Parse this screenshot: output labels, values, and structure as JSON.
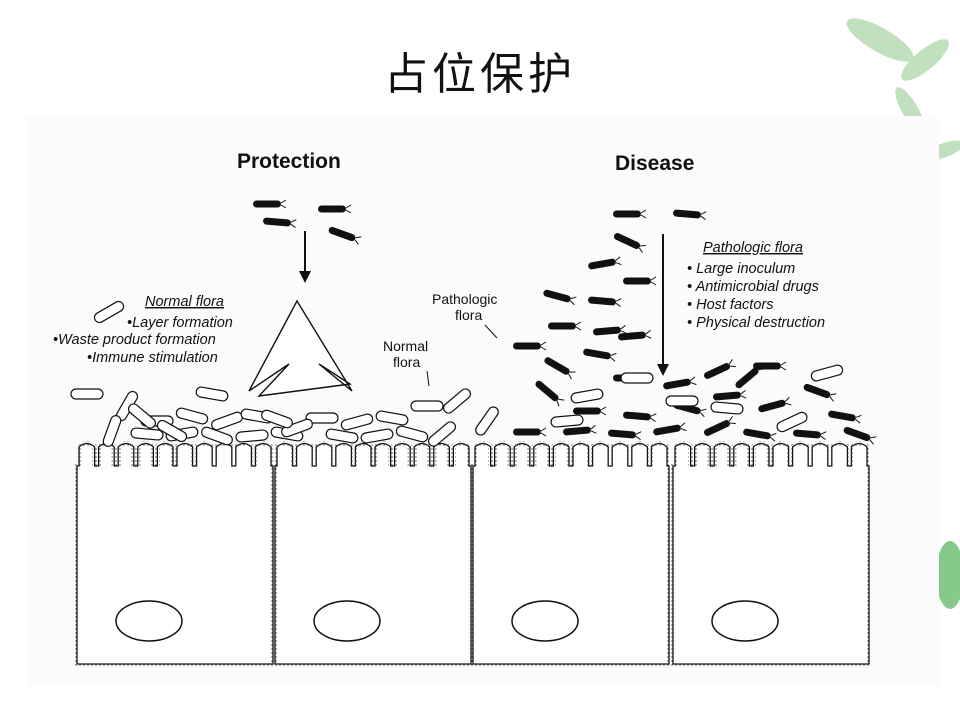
{
  "slide": {
    "title": "占位保护"
  },
  "diagram": {
    "protection": {
      "heading": "Protection",
      "normal_flora_title": "Normal flora",
      "normal_flora_items": [
        "•Layer formation",
        "•Waste product formation",
        "•Immune stimulation"
      ]
    },
    "middle": {
      "normal_flora_label": [
        "Normal",
        "flora"
      ],
      "pathologic_flora_label": [
        "Pathologic",
        "flora"
      ]
    },
    "disease": {
      "heading": "Disease",
      "pathologic_flora_title": "Pathologic flora",
      "pathologic_flora_items": [
        "• Large inoculum",
        "• Antimicrobial drugs",
        "• Host factors",
        "• Physical destruction"
      ]
    }
  },
  "colors": {
    "background": "#ffffff",
    "line": "#111111",
    "leaf_green": "#9ccf9a"
  }
}
